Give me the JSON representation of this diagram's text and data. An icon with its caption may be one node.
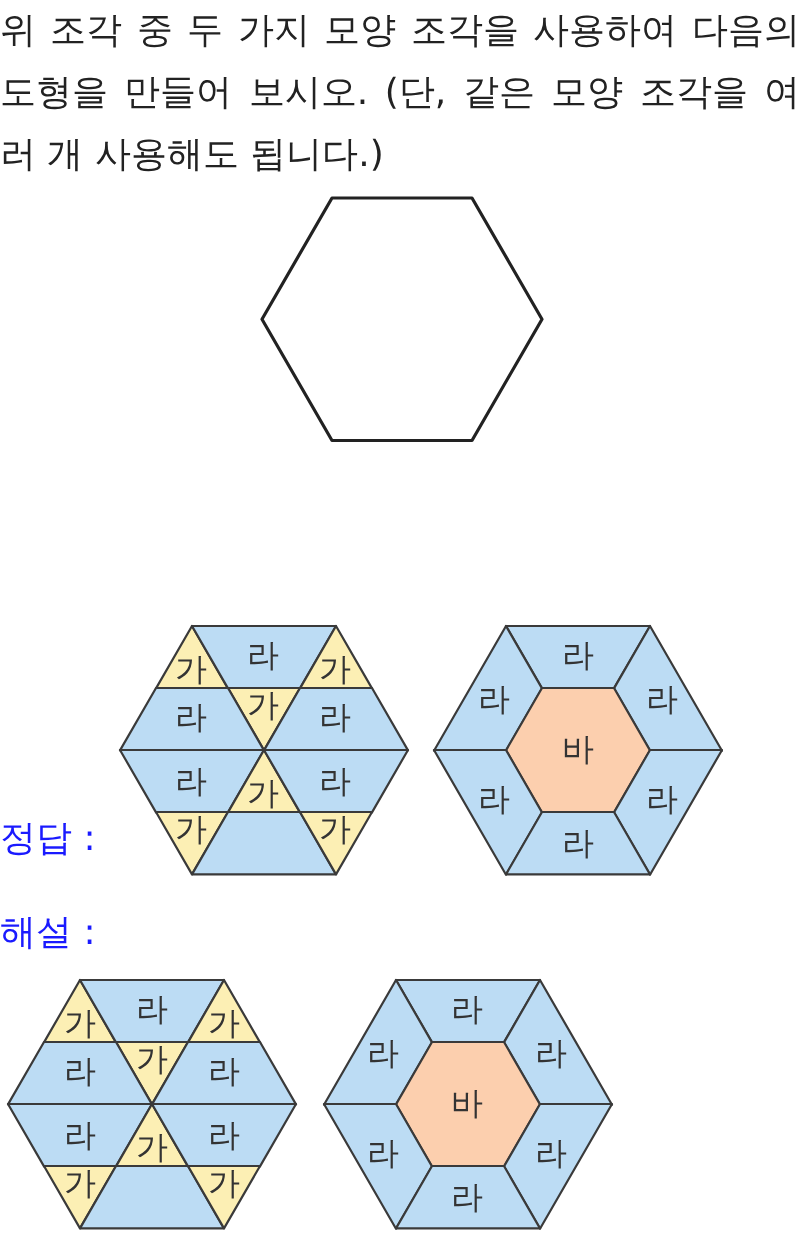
{
  "diagram": {
    "nodes": [
      {
        "text": [],
        "shape": "hexagon"
      },
      {
        "text": [
          "가"
        ]
      },
      {
        "text": [
          "라"
        ]
      },
      {
        "text": [
          "가"
        ]
      },
      {
        "text": [
          "가"
        ]
      },
      {
        "text": [
          "라"
        ]
      },
      {
        "text": [
          "라"
        ]
      },
      {
        "text": [
          "라"
        ]
      },
      {
        "text": [
          "가"
        ]
      },
      {
        "text": [
          "라"
        ]
      },
      {
        "text": [
          "가"
        ]
      },
      {
        "text": [],
        "shape": "trapezoid"
      },
      {
        "text": [
          "가"
        ]
      },
      {
        "text": [
          "라"
        ]
      },
      {
        "text": [
          "라"
        ]
      },
      {
        "text": [
          "라"
        ]
      },
      {
        "text": [
          "바"
        ]
      },
      {
        "text": [
          "라"
        ]
      },
      {
        "text": [
          "라"
        ]
      },
      {
        "text": [
          "라"
        ]
      },
      {
        "text": [
          "가"
        ]
      },
      {
        "text": [
          "라"
        ]
      },
      {
        "text": [
          "가"
        ]
      },
      {
        "text": [
          "가"
        ]
      },
      {
        "text": [
          "라"
        ]
      },
      {
        "text": [
          "라"
        ]
      },
      {
        "text": [
          "라"
        ]
      },
      {
        "text": [
          "가"
        ]
      },
      {
        "text": [
          "라"
        ]
      },
      {
        "text": [
          "가"
        ]
      },
      {
        "text": [],
        "shape": "trapezoid"
      },
      {
        "text": [
          "가"
        ]
      },
      {
        "text": [
          "라"
        ]
      },
      {
        "text": [
          "라"
        ]
      },
      {
        "text": [
          "라"
        ]
      },
      {
        "text": [
          "바"
        ]
      },
      {
        "text": [
          "라"
        ]
      },
      {
        "text": [
          "라"
        ]
      },
      {
        "text": [
          "라"
        ]
      }
    ],
    "labels": [
      "위 조각 중 두 가지 모양 조각을 사용하여 다음의 도형을 만들어 보시오. (단, 같은 모양 조각을 여러 개 사용해도 됩니다.)",
      "정답 :",
      "해설 :"
    ]
  }
}
